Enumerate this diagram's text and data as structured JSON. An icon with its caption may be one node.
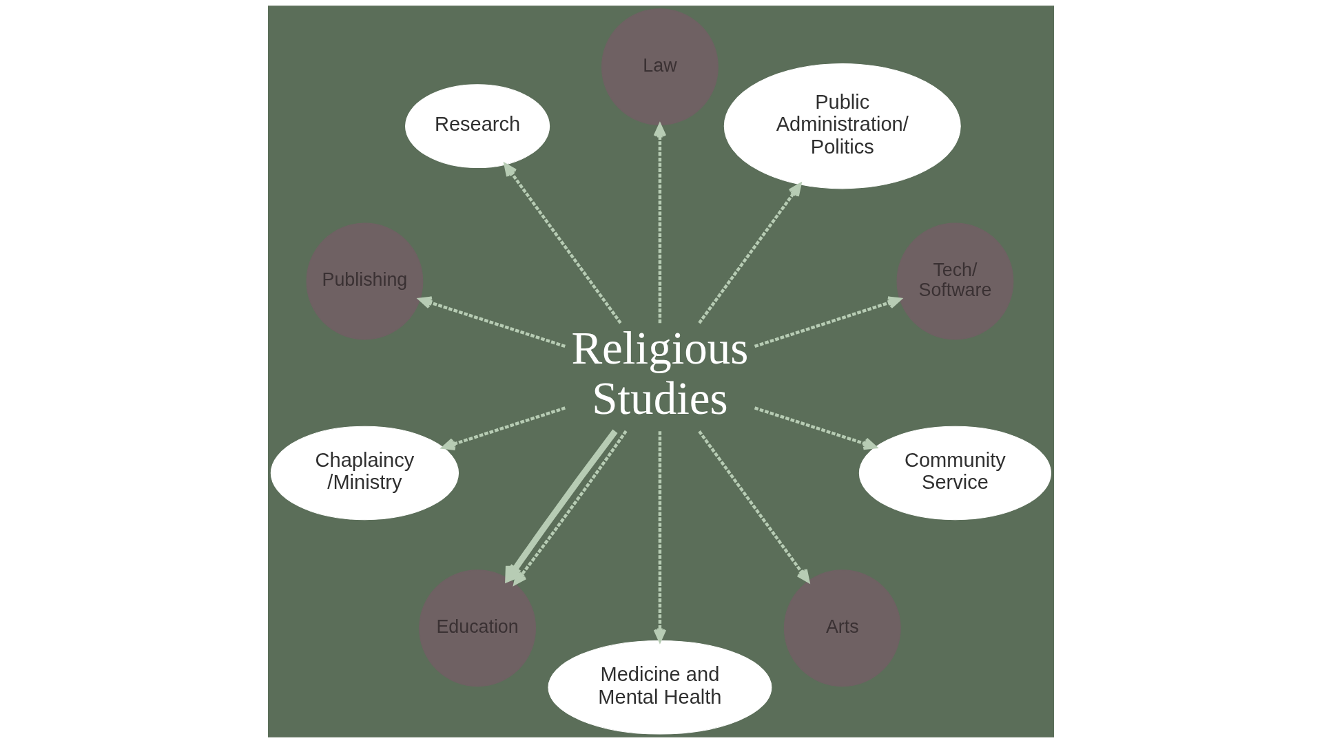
{
  "diagram": {
    "nodes": [
      {
        "text": [
          "Research"
        ]
      },
      {
        "text": [
          "Law"
        ]
      },
      {
        "text": [
          "Public Administration/ Politics"
        ]
      },
      {
        "text": [
          "Publishing"
        ]
      },
      {
        "text": [
          "Religious Studies"
        ]
      },
      {
        "text": [
          "Tech/ Software"
        ]
      },
      {
        "text": [
          "Chaplaincy /Ministry"
        ]
      },
      {
        "text": [
          "Education"
        ]
      },
      {
        "text": [
          "Medicine and Mental Health"
        ]
      },
      {
        "text": [
          "Arts"
        ]
      },
      {
        "text": [
          "Community Service"
        ]
      }
    ],
    "edges": [
      {
        "from": 4,
        "to": 3,
        "arrow": "to",
        "style": "dashed"
      },
      {
        "from": 4,
        "to": 0,
        "arrow": "to",
        "style": "dashed"
      },
      {
        "from": 4,
        "to": 1,
        "arrow": "to",
        "style": "dashed"
      },
      {
        "from": 4,
        "to": 2,
        "arrow": "to",
        "style": "dashed"
      },
      {
        "from": 4,
        "to": 5,
        "arrow": "to",
        "style": "dashed"
      },
      {
        "from": 4,
        "to": 10,
        "arrow": "to",
        "style": "dashed"
      },
      {
        "from": 4,
        "to": 9,
        "arrow": "to",
        "style": "dashed"
      },
      {
        "from": 4,
        "to": 8,
        "arrow": "to",
        "style": "dashed"
      },
      {
        "from": 4,
        "to": 7,
        "arrow": "to",
        "style": "dashed"
      },
      {
        "from": 4,
        "to": 7,
        "arrow": "to",
        "style": "thick"
      },
      {
        "from": 4,
        "to": 6,
        "arrow": "to",
        "style": "dashed"
      }
    ]
  }
}
